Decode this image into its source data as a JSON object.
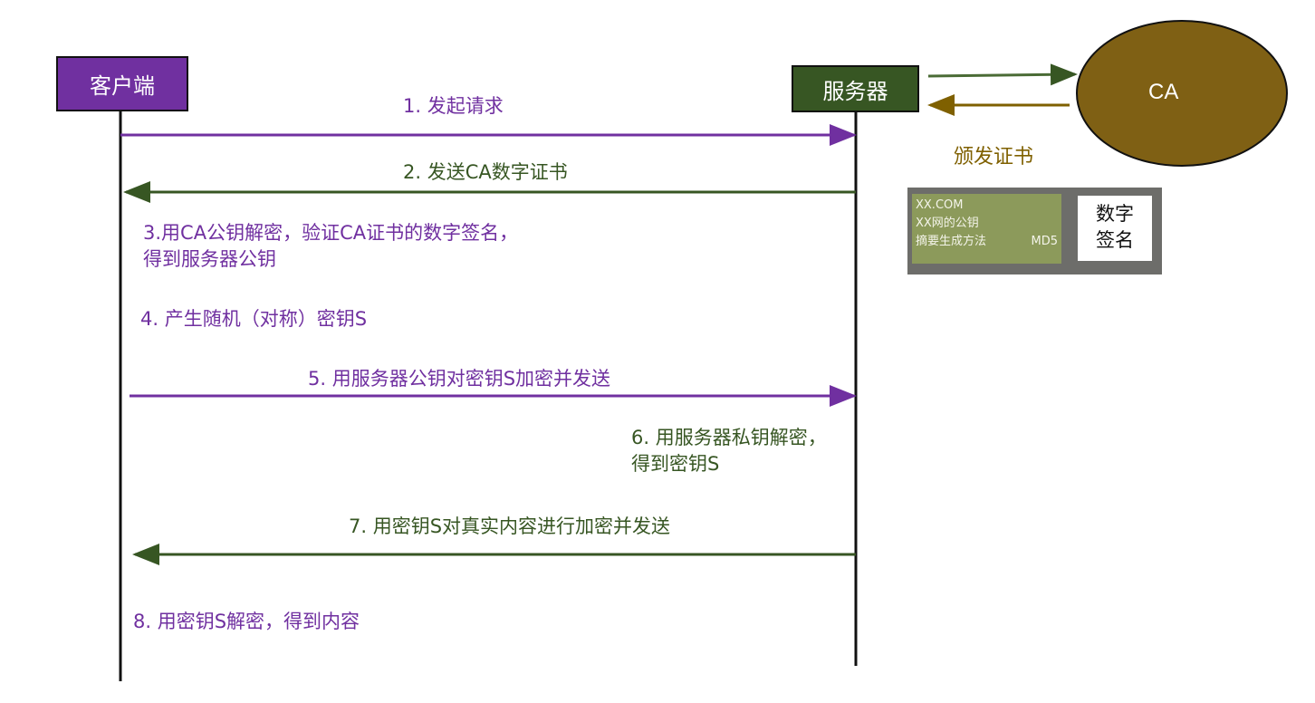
{
  "actors": {
    "client": "客户端",
    "server": "服务器",
    "ca": "CA"
  },
  "ca_relation": {
    "label": "颁发证书"
  },
  "steps": [
    {
      "lines": [
        "1. 发起请求"
      ]
    },
    {
      "lines": [
        "2. 发送CA数字证书"
      ]
    },
    {
      "lines": [
        "3.用CA公钥解密，验证CA证书的数字签名，",
        "得到服务器公钥"
      ]
    },
    {
      "lines": [
        "4. 产生随机（对称）密钥S"
      ]
    },
    {
      "lines": [
        "5. 用服务器公钥对密钥S加密并发送"
      ]
    },
    {
      "lines": [
        "6. 用服务器私钥解密，",
        "得到密钥S"
      ]
    },
    {
      "lines": [
        "7. 用密钥S对真实内容进行加密并发送"
      ]
    },
    {
      "lines": [
        "8. 用密钥S解密，得到内容"
      ]
    }
  ],
  "certificate": {
    "domain": "XX.COM",
    "public_key": "XX网的公钥",
    "digest_method_label": "摘要生成方法",
    "digest_method": "MD5",
    "signature": [
      "数字",
      "签名"
    ]
  },
  "colors": {
    "client": "#7030a0",
    "server": "#375623",
    "ca": "#7f6000"
  }
}
